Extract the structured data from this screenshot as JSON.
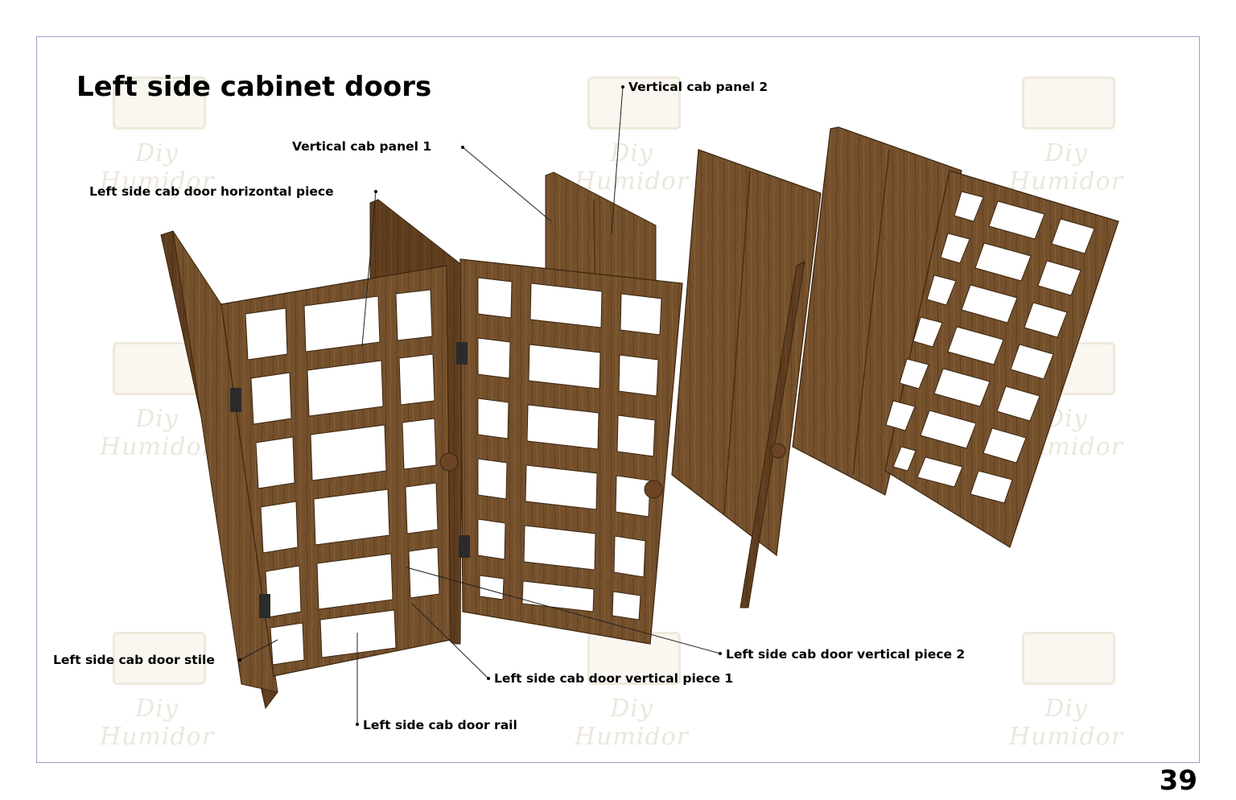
{
  "title": "Left side cabinet doors",
  "page_number": "39",
  "watermark_text": "Diy Humidor",
  "labels": {
    "vertical_cab_panel_2": "Vertical cab panel 2",
    "vertical_cab_panel_1": "Vertical cab panel 1",
    "horizontal_piece": "Left side cab door horizontal piece",
    "stile": "Left side cab door stile",
    "vertical_piece_1": "Left side cab door vertical piece 1",
    "vertical_piece_2": "Left side cab door vertical piece 2",
    "rail": "Left side cab door rail"
  },
  "colors": {
    "wood_dark": "#5a3a1c",
    "wood_mid": "#7a5230",
    "wood_light": "#8e6238",
    "frame_border": "#9aa0c8"
  }
}
